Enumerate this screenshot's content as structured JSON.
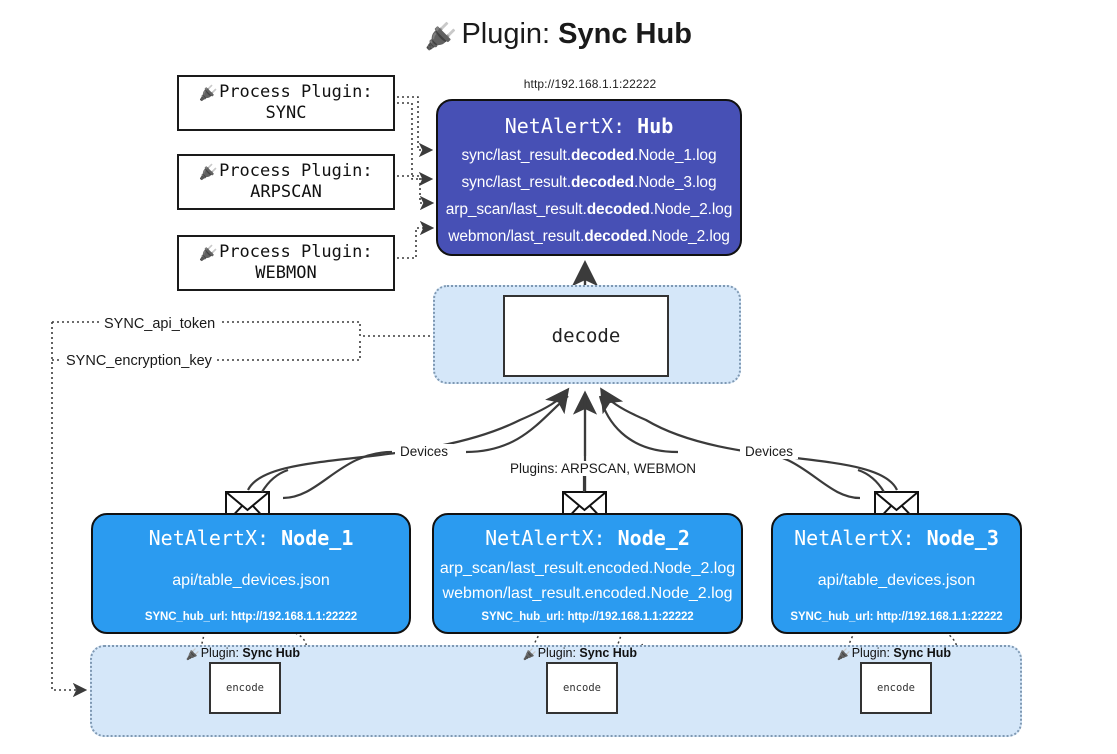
{
  "header": {
    "icon": "plug-icon",
    "label": "Plugin:",
    "title": "Sync Hub"
  },
  "hub": {
    "url": "http://192.168.1.1:22222",
    "title_label": "NetAlertX:",
    "title_value": "Hub",
    "log_lines": [
      {
        "prefix": "sync/last_result.",
        "em": "decoded",
        "suffix": ".Node_1.log"
      },
      {
        "prefix": "sync/last_result.",
        "em": "decoded",
        "suffix": ".Node_3.log"
      },
      {
        "prefix": "arp_scan/last_result.",
        "em": "decoded",
        "suffix": ".Node_2.log"
      },
      {
        "prefix": "webmon/last_result.",
        "em": "decoded",
        "suffix": ".Node_2.log"
      }
    ]
  },
  "process_plugins": [
    {
      "icon": "plug-icon",
      "label": "Process Plugin:",
      "name": "SYNC"
    },
    {
      "icon": "plug-icon",
      "label": "Process Plugin:",
      "name": "ARPSCAN"
    },
    {
      "icon": "plug-icon",
      "label": "Process Plugin:",
      "name": "WEBMON"
    }
  ],
  "decode": {
    "label": "decode"
  },
  "env_keys": [
    {
      "name": "SYNC_api_token"
    },
    {
      "name": "SYNC_encryption_key"
    }
  ],
  "edge_labels": {
    "devices_left": "Devices",
    "devices_right": "Devices",
    "plugins_center": "Plugins: ARPSCAN, WEBMON"
  },
  "nodes": [
    {
      "title_label": "NetAlertX:",
      "title_value": "Node_1",
      "lines": [
        "api/table_devices.json"
      ],
      "footer": "SYNC_hub_url: http://192.168.1.1:22222"
    },
    {
      "title_label": "NetAlertX:",
      "title_value": "Node_2",
      "lines": [
        "arp_scan/last_result.encoded.Node_2.log",
        "webmon/last_result.encoded.Node_2.log"
      ],
      "footer": "SYNC_hub_url: http://192.168.1.1:22222"
    },
    {
      "title_label": "NetAlertX:",
      "title_value": "Node_3",
      "lines": [
        "api/table_devices.json"
      ],
      "footer": "SYNC_hub_url: http://192.168.1.1:22222"
    }
  ],
  "encoders": [
    {
      "icon": "plug-icon",
      "caption_label": "Plugin:",
      "caption_value": "Sync Hub",
      "box_label": "encode"
    },
    {
      "icon": "plug-icon",
      "caption_label": "Plugin:",
      "caption_value": "Sync Hub",
      "box_label": "encode"
    },
    {
      "icon": "plug-icon",
      "caption_label": "Plugin:",
      "caption_value": "Sync Hub",
      "box_label": "encode"
    }
  ],
  "colors": {
    "hub_blue": "#4750b5",
    "node_blue": "#2b9bf0",
    "band_blue": "#d5e7f9",
    "band_border": "#7f99b3",
    "line": "#3b3b3b",
    "text_dark": "#1a1a1a"
  }
}
